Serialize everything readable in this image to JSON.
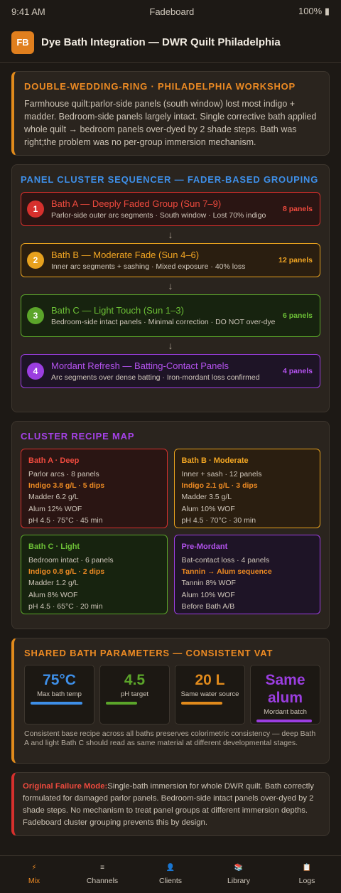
{
  "status": {
    "time": "9:41 AM",
    "app": "Fadeboard",
    "battery": "100%"
  },
  "header": {
    "logo": "FB",
    "title": "Dye Bath Integration — DWR Quilt Philadelphia"
  },
  "intro": {
    "title": "DOUBLE-WEDDING-RING · PHILADELPHIA WORKSHOP",
    "body": "Farmhouse quilt:parlor-side panels (south window) lost most indigo + madder. Bedroom-side panels largely intact. Single corrective bath applied whole quilt → bedroom panels over-dyed by 2 shade steps. Bath was right;the problem was no per-group immersion mechanism."
  },
  "sequencer": {
    "title": "PANEL CLUSTER SEQUENCER — FADER-BASED GROUPING",
    "arrow": "↓",
    "baths": [
      {
        "num": "1",
        "title": "Bath A — Deeply Faded Group (Sun 7–9)",
        "sub": "Parlor-side outer arc segments · South window · Lost 70% indigo",
        "count": "8 panels",
        "color": "#d6302d"
      },
      {
        "num": "2",
        "title": "Bath B — Moderate Fade (Sun 4–6)",
        "sub": "Inner arc segments + sashing · Mixed exposure · 40% loss",
        "count": "12 panels",
        "color": "#e7a11e"
      },
      {
        "num": "3",
        "title": "Bath C — Light Touch (Sun 1–3)",
        "sub": "Bedroom-side intact panels · Minimal correction · DO NOT over-dye",
        "count": "6 panels",
        "color": "#5ba52a"
      },
      {
        "num": "4",
        "title": "Mordant Refresh — Batting-Contact Panels",
        "sub": "Arc segments over dense batting · Iron-mordant loss confirmed",
        "count": "4 panels",
        "color": "#9b3ee0"
      }
    ]
  },
  "recipes": {
    "title": "CLUSTER RECIPE MAP",
    "cards": [
      {
        "title": "Bath A · Deep",
        "l1": "Parlor arcs · 8 panels",
        "key": "Indigo 3.8 g/L · 5 dips",
        "l2": "Madder 6.2 g/L",
        "l3": "Alum 12% WOF",
        "l4": "pH 4.5 · 75°C · 45 min"
      },
      {
        "title": "Bath B · Moderate",
        "l1": "Inner + sash · 12 panels",
        "key": "Indigo 2.1 g/L · 3 dips",
        "l2": "Madder 3.5 g/L",
        "l3": "Alum 10% WOF",
        "l4": "pH 4.5 · 70°C · 30 min"
      },
      {
        "title": "Bath C · Light",
        "l1": "Bedroom intact · 6 panels",
        "key": "Indigo 0.8 g/L · 2 dips",
        "l2": "Madder 1.2 g/L",
        "l3": "Alum 8% WOF",
        "l4": "pH 4.5 · 65°C · 20 min"
      },
      {
        "title": "Pre-Mordant",
        "l1": "Bat-contact loss · 4 panels",
        "key": "Tannin → Alum sequence",
        "l2": "Tannin 8% WOF",
        "l3": "Alum 10% WOF",
        "l4": "Before Bath A/B"
      }
    ]
  },
  "shared": {
    "title": "SHARED BATH PARAMETERS — CONSISTENT VAT",
    "params": [
      {
        "value": "75°C",
        "label": "Max bath temp",
        "color": "#3e8fe8",
        "fill": 0.75
      },
      {
        "value": "4.5",
        "label": "pH target",
        "color": "#5ba52a",
        "fill": 0.45
      },
      {
        "value": "20 L",
        "label": "Same water source",
        "color": "#e08a1c",
        "fill": 0.6
      },
      {
        "value": "Same alum",
        "label": "Mordant batch",
        "color": "#9b3ee0",
        "fill": 0.8
      }
    ],
    "note": "Consistent base recipe across all baths preserves colorimetric consistency — deep Bath A and light Bath C should read as same material at different developmental stages."
  },
  "failure": {
    "label": "Original Failure Mode:",
    "body": "Single-bath immersion for whole DWR quilt. Bath correctly formulated for damaged parlor panels. Bedroom-side intact panels over-dyed by 2 shade steps. No mechanism to treat panel groups at different immersion depths. Fadeboard cluster grouping prevents this by design."
  },
  "tabs": [
    {
      "icon": "⚡",
      "label": "Mix",
      "active": true
    },
    {
      "icon": "≡",
      "label": "Channels"
    },
    {
      "icon": "👤",
      "label": "Clients"
    },
    {
      "icon": "📚",
      "label": "Library"
    },
    {
      "icon": "📋",
      "label": "Logs"
    }
  ]
}
